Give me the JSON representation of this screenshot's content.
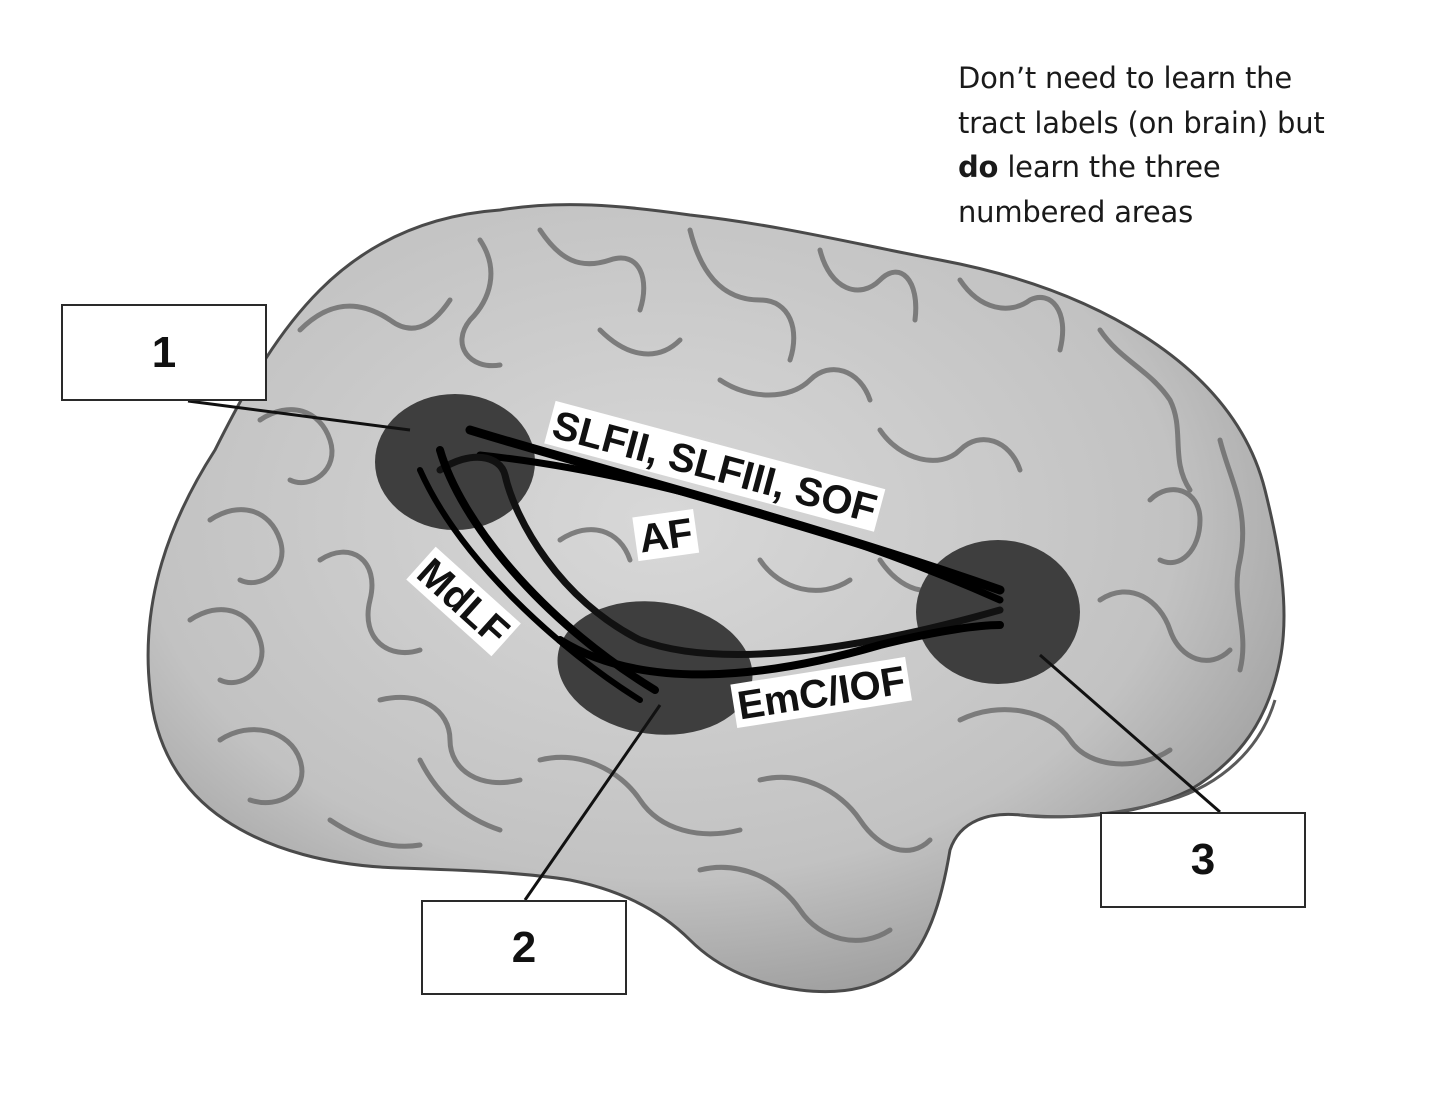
{
  "note": {
    "line1": "Don’t need to learn the",
    "line2": "tract labels (on brain) but",
    "line3_bold": "do",
    "line3_rest": " learn the three",
    "line4": "numbered areas"
  },
  "boxes": {
    "one": "1",
    "two": "2",
    "three": "3"
  },
  "tracts": {
    "slf": "SLFII, SLFIII, SOF",
    "af": "AF",
    "mdlf": "MdLF",
    "emc": "EmC/IOF"
  },
  "colors": {
    "brain_fill": "#c9c9c9",
    "brain_outline": "#555555",
    "sulci": "#6b6b6b",
    "area_blob": "#3d3d3d",
    "tract_line": "#000000"
  }
}
